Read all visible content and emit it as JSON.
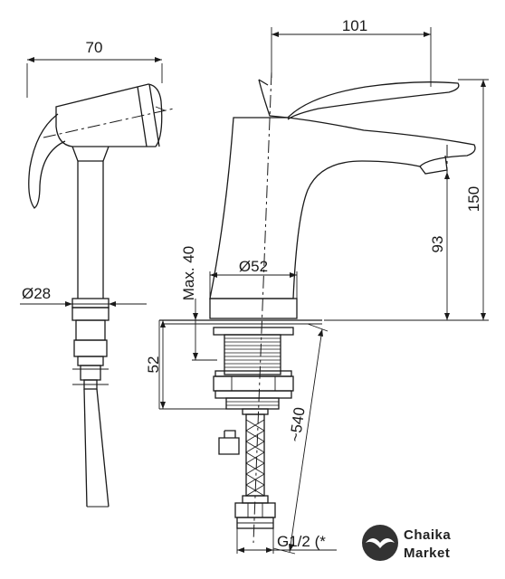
{
  "dimensions": {
    "shower_width": "70",
    "shower_diameter": "Ø28",
    "spout_reach": "101",
    "total_height": "150",
    "spout_height": "93",
    "base_diameter": "Ø52",
    "max_thickness": "Max. 40",
    "shank_length": "52",
    "hose_length": "~540",
    "connection_thread": "G1/2 (*"
  },
  "brand": {
    "line1": "Chaika",
    "line2": "Market"
  }
}
